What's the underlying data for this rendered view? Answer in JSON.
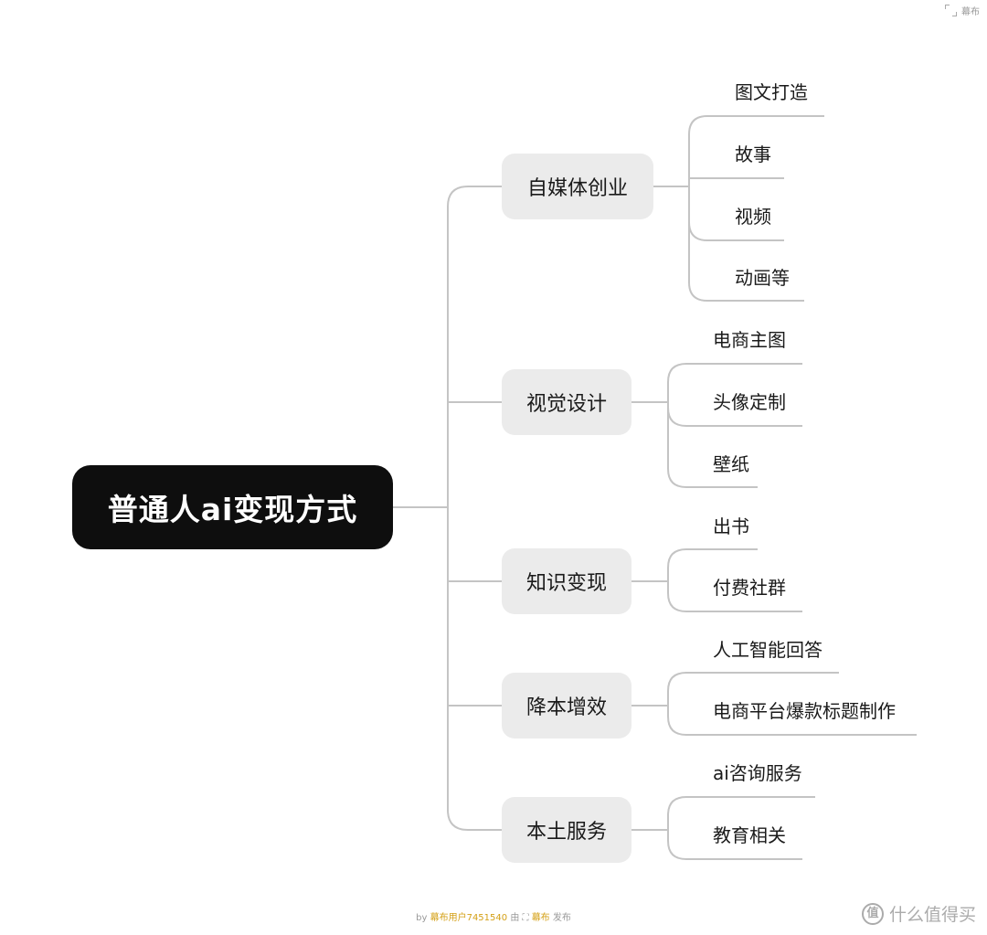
{
  "root": {
    "label": "普通人ai变现方式"
  },
  "branches": [
    {
      "label": "自媒体创业",
      "leaves": [
        "图文打造",
        "故事",
        "视频",
        "动画等"
      ]
    },
    {
      "label": "视觉设计",
      "leaves": [
        "电商主图",
        "头像定制",
        "壁纸"
      ]
    },
    {
      "label": "知识变现",
      "leaves": [
        "出书",
        "付费社群"
      ]
    },
    {
      "label": "降本增效",
      "leaves": [
        "人工智能回答",
        "电商平台爆款标题制作"
      ]
    },
    {
      "label": "本土服务",
      "leaves": [
        "ai咨询服务",
        "教育相关"
      ]
    }
  ],
  "brand": {
    "top_label": "幕布"
  },
  "footer": {
    "by": "by",
    "user": "幕布用户7451540",
    "via": "由",
    "app": "幕布",
    "publish": "发布"
  },
  "watermark": {
    "icon_char": "值",
    "text": "什么值得买"
  },
  "colors": {
    "line": "#c4c4c4",
    "root_bg": "#0e0e0e",
    "branch_bg": "#ebebeb",
    "footer_accent": "#d4a017"
  }
}
